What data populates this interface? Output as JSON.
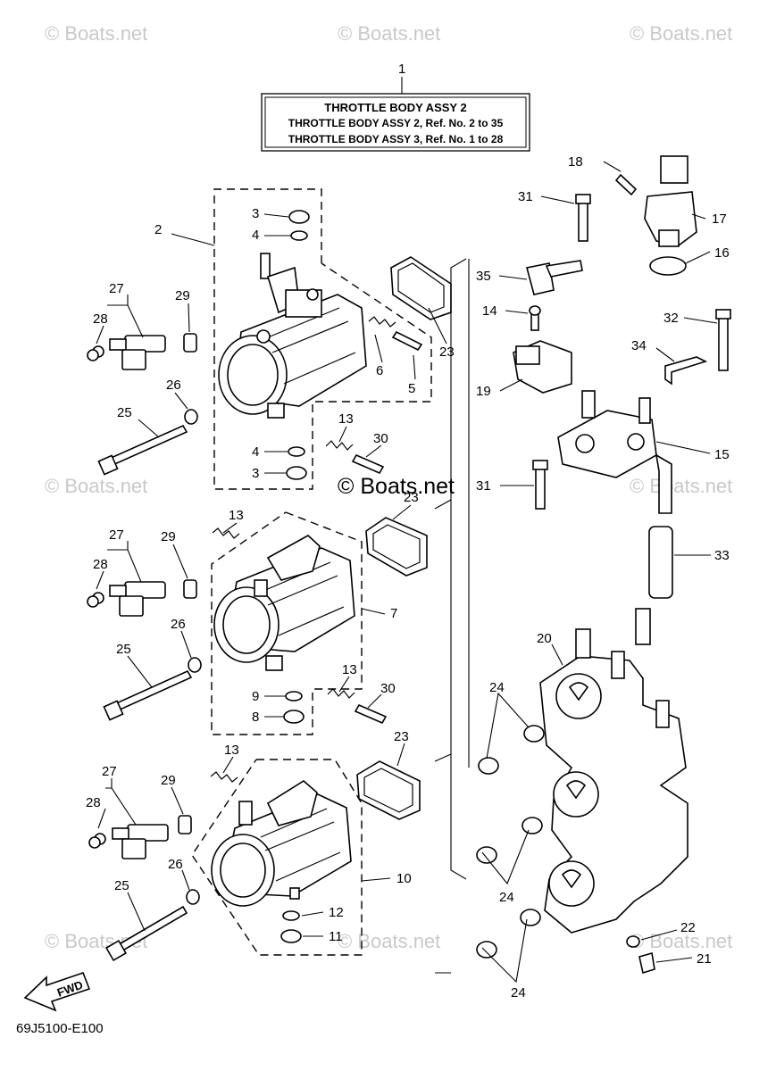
{
  "title_box": {
    "ref": "1",
    "line1": "THROTTLE  BODY ASSY 2",
    "line2": "THROTTLE BODY ASSY 2,  Ref. No. 2 to 35",
    "line3": "THROTTLE BODY ASSY 3,  Ref. No. 1 to 28"
  },
  "watermarks": {
    "text": "© Boats.net",
    "center_text": "© Boats.net"
  },
  "callouts": {
    "c2": "2",
    "c3a": "3",
    "c4a": "4",
    "c4b": "4",
    "c3b": "3",
    "c5": "5",
    "c6": "6",
    "c7": "7",
    "c8": "8",
    "c9": "9",
    "c10": "10",
    "c11": "11",
    "c12": "12",
    "c13a": "13",
    "c13b": "13",
    "c13c": "13",
    "c13d": "13",
    "c14": "14",
    "c15": "15",
    "c16": "16",
    "c17": "17",
    "c18": "18",
    "c19": "19",
    "c20": "20",
    "c21": "21",
    "c22": "22",
    "c23a": "23",
    "c23b": "23",
    "c23c": "23",
    "c24a": "24",
    "c24b": "24",
    "c24c": "24",
    "c25a": "25",
    "c25b": "25",
    "c25c": "25",
    "c26a": "26",
    "c26b": "26",
    "c26c": "26",
    "c27a": "27",
    "c27b": "27",
    "c27c": "27",
    "c28a": "28",
    "c28b": "28",
    "c28c": "28",
    "c29a": "29",
    "c29b": "29",
    "c29c": "29",
    "c30a": "30",
    "c30b": "30",
    "c31a": "31",
    "c31b": "31",
    "c32": "32",
    "c33": "33",
    "c34": "34",
    "c35": "35"
  },
  "fwd_label": "FWD",
  "drawing_code": "69J5100-E100"
}
